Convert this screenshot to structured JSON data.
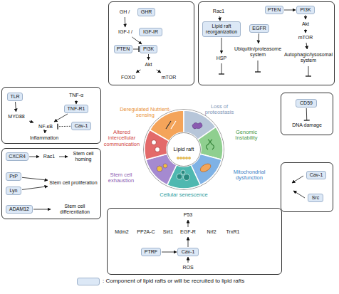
{
  "diagram": {
    "nodes": [
      {
        "text": []
      },
      {
        "text": [
          "GH /"
        ],
        "in": 0
      },
      {
        "text": [
          "GHR"
        ],
        "in": 0
      },
      {
        "text": [
          "IGF-I /"
        ],
        "in": 0
      },
      {
        "text": [
          "IGF-IR"
        ],
        "in": 0
      },
      {
        "text": [
          "PTEN"
        ],
        "in": 0
      },
      {
        "text": [
          "PI3K"
        ],
        "in": 0
      },
      {
        "text": [
          "Akt"
        ],
        "in": 0
      },
      {
        "text": [
          "FOXO"
        ],
        "in": 0
      },
      {
        "text": [
          "mTOR"
        ],
        "in": 0
      },
      {
        "text": []
      },
      {
        "text": [
          "Rac1"
        ],
        "in": 10
      },
      {
        "text": [
          "Lipid raft reorganization"
        ],
        "in": 10
      },
      {
        "text": [
          "HSP"
        ],
        "in": 10
      },
      {
        "text": [
          "PTEN"
        ],
        "in": 10
      },
      {
        "text": [
          "PI3K"
        ],
        "in": 10
      },
      {
        "text": [
          "EGFR"
        ],
        "in": 10
      },
      {
        "text": [
          "Akt"
        ],
        "in": 10
      },
      {
        "text": [
          "Ubiquitin/proteasome system"
        ],
        "in": 10
      },
      {
        "text": [
          "mTOR"
        ],
        "in": 10
      },
      {
        "text": [
          "Autophagic/lysosomal system"
        ],
        "in": 10
      },
      {
        "text": []
      },
      {
        "text": [
          "TLR"
        ],
        "in": 21
      },
      {
        "text": [
          "TNF-α"
        ],
        "in": 21
      },
      {
        "text": [
          "TNF-R1"
        ],
        "in": 21
      },
      {
        "text": [
          "MYD88"
        ],
        "in": 21
      },
      {
        "text": [
          "NF-κB"
        ],
        "in": 21
      },
      {
        "text": [
          "Cav-1"
        ],
        "in": 21
      },
      {
        "text": [
          "Inflammation"
        ],
        "in": 21
      },
      {
        "text": [
          "Lipid raft"
        ]
      },
      {
        "text": []
      },
      {
        "text": [
          "CD59"
        ],
        "in": 30
      },
      {
        "text": [
          "DNA damage"
        ],
        "in": 30
      },
      {
        "text": []
      },
      {
        "text": [
          "CXCR4"
        ],
        "in": 33
      },
      {
        "text": [
          "Rac1"
        ],
        "in": 33
      },
      {
        "text": [
          "Stem cell homing"
        ],
        "in": 33
      },
      {
        "text": [
          "PrP"
        ],
        "in": 33
      },
      {
        "text": [
          "Stem cell proliferation"
        ],
        "in": 33
      },
      {
        "text": [
          "Lyn"
        ],
        "in": 33
      },
      {
        "text": [
          "ADAM12"
        ],
        "in": 33
      },
      {
        "text": [
          "Stem cell differentiation"
        ],
        "in": 33
      },
      {
        "text": []
      },
      {
        "text": [
          "Cav-1"
        ],
        "in": 42
      },
      {
        "text": [
          "Src"
        ],
        "in": 42
      },
      {
        "text": []
      },
      {
        "text": [
          "P53"
        ],
        "in": 45
      },
      {
        "text": [
          "Mdm2"
        ],
        "in": 45
      },
      {
        "text": [
          "PP2A-C"
        ],
        "in": 45
      },
      {
        "text": [
          "Sirt1"
        ],
        "in": 45
      },
      {
        "text": [
          "EGF-R"
        ],
        "in": 45
      },
      {
        "text": [
          "Nrf2"
        ],
        "in": 45
      },
      {
        "text": [
          "TrxR1"
        ],
        "in": 45
      },
      {
        "text": [
          "PTRF"
        ],
        "in": 45
      },
      {
        "text": [
          "Cav-1"
        ],
        "in": 45
      },
      {
        "text": [
          "ROS"
        ],
        "in": 45
      }
    ],
    "edges": [
      {
        "from": 1,
        "to": 3,
        "arrow": "to"
      },
      {
        "from": 3,
        "to": 6,
        "arrow": "to"
      },
      {
        "from": 5,
        "to": 6,
        "arrow": "to"
      },
      {
        "from": 6,
        "to": 7,
        "arrow": "to"
      },
      {
        "from": 7,
        "to": 8,
        "arrow": "to"
      },
      {
        "from": 7,
        "to": 9,
        "arrow": "to"
      },
      {
        "from": 11,
        "to": 12,
        "arrow": "to"
      },
      {
        "from": 12,
        "to": 13,
        "arrow": "to"
      },
      {
        "from": 14,
        "to": 15,
        "arrow": "to"
      },
      {
        "from": 15,
        "to": 17,
        "arrow": "to"
      },
      {
        "from": 17,
        "to": 19,
        "arrow": "to"
      },
      {
        "from": 19,
        "to": 20,
        "arrow": "to"
      },
      {
        "from": 16,
        "to": 18,
        "arrow": "to"
      },
      {
        "from": 22,
        "to": 25,
        "arrow": "to"
      },
      {
        "from": 23,
        "to": 24,
        "arrow": "to"
      },
      {
        "from": 25,
        "to": 26,
        "arrow": "to"
      },
      {
        "from": 24,
        "to": 26,
        "arrow": "to"
      },
      {
        "from": 27,
        "to": 26,
        "arrow": "to"
      },
      {
        "from": 26,
        "to": 28,
        "arrow": "to"
      },
      {
        "from": 31,
        "to": 32,
        "arrow": "to"
      },
      {
        "from": 34,
        "to": 35,
        "arrow": "to"
      },
      {
        "from": 35,
        "to": 36,
        "arrow": "to"
      },
      {
        "from": 37,
        "to": 38,
        "arrow": "to"
      },
      {
        "from": 39,
        "to": 38,
        "arrow": "to"
      },
      {
        "from": 40,
        "to": 41,
        "arrow": "to"
      },
      {
        "from": 53,
        "to": 54,
        "arrow": "to"
      },
      {
        "from": 55,
        "to": 54,
        "arrow": "to"
      },
      {
        "from": 54,
        "to": 50,
        "arrow": "to"
      },
      {
        "from": 50,
        "to": 46,
        "arrow": "to"
      }
    ],
    "labels": [
      "Deregulated Nutrient-sensing",
      "Loss of proteostasis",
      "Genomic Instability",
      "Mitochondrial dysfunction",
      "Cellular senescence",
      "Stem cell exhaustion",
      "Altered intercellular communication"
    ],
    "legend": [
      {
        "text": ": Component of lipid rafts or will be recruited to lipid rafts",
        "color": "#dce8f6"
      }
    ]
  }
}
